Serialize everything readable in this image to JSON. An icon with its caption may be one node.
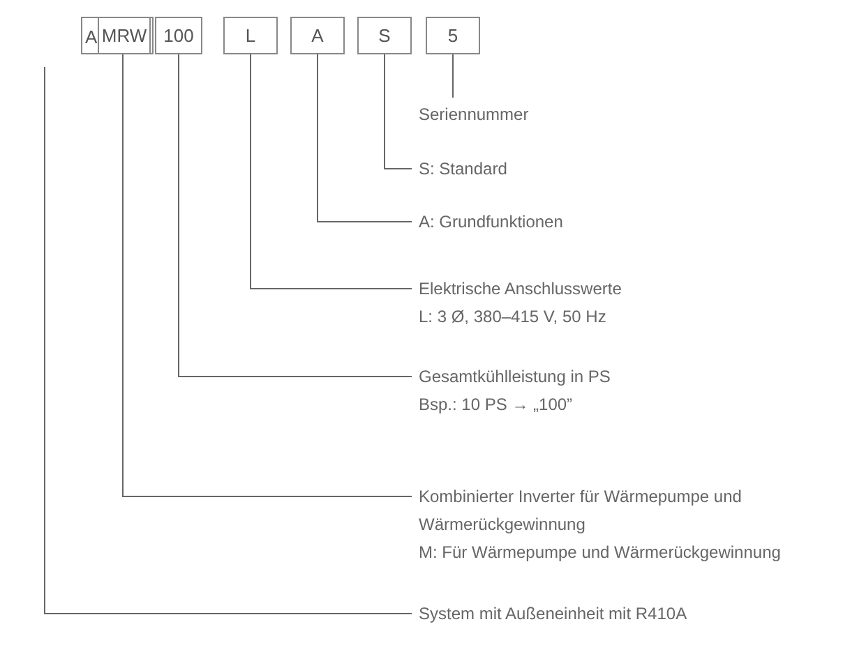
{
  "diagram": {
    "nodes": [
      {
        "text": [
          "A"
        ]
      },
      {
        "text": [
          "MRW"
        ],
        "in": 0
      },
      {
        "text": [
          "100"
        ]
      },
      {
        "text": [
          "L"
        ]
      },
      {
        "text": [
          "A"
        ]
      },
      {
        "text": [
          "S"
        ]
      },
      {
        "text": [
          "5"
        ]
      },
      {
        "text": [
          "Seriennummer"
        ]
      },
      {
        "text": [
          "S: Standard"
        ]
      },
      {
        "text": [
          "A: Grundfunktionen"
        ]
      },
      {
        "text": [
          "Elektrische Anschlusswerte",
          "L: 3 Ø, 380–415 V, 50 Hz"
        ]
      },
      {
        "text": [
          "Gesamtkühlleistung in PS",
          "Bsp.: 10 PS → „100”"
        ]
      },
      {
        "text": [
          "Kombinierter Inverter für Wärmepumpe und Wärmerückgewinnung",
          "M: Für Wärmepumpe und Wärmerückgewinnung"
        ]
      },
      {
        "text": [
          "System mit Außeneinheit mit R410A"
        ]
      }
    ],
    "edges": [
      {
        "from": 6,
        "to": 7,
        "arrow": "none"
      },
      {
        "from": 5,
        "to": 8,
        "arrow": "none"
      },
      {
        "from": 4,
        "to": 9,
        "arrow": "none"
      },
      {
        "from": 3,
        "to": 10,
        "arrow": "none"
      },
      {
        "from": 2,
        "to": 11,
        "arrow": "none"
      },
      {
        "from": 1,
        "to": 12,
        "arrow": "none"
      },
      {
        "from": null,
        "to": 13,
        "arrow": "none"
      }
    ]
  }
}
